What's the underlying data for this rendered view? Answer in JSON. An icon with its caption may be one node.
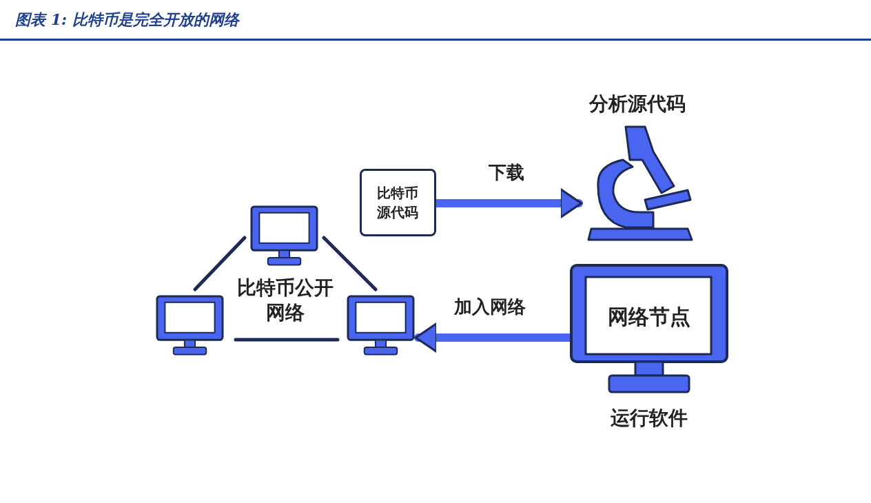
{
  "diagram": {
    "title": "图表 1: 比特币是完全开放的网络",
    "nodes": [
      {
        "text": [
          "比特币公开网络"
        ]
      },
      {
        "text": [
          "比特币源代码"
        ]
      },
      {
        "text": [
          "分析源代码"
        ]
      },
      {
        "text": [
          "网络节点"
        ],
        "beside": [
          "运行软件"
        ]
      }
    ],
    "edges": [
      {
        "from": 1,
        "to": 2,
        "arrow": "to",
        "label": "下载"
      },
      {
        "from": 3,
        "to": 0,
        "arrow": "to",
        "label": "加入网络"
      }
    ]
  }
}
